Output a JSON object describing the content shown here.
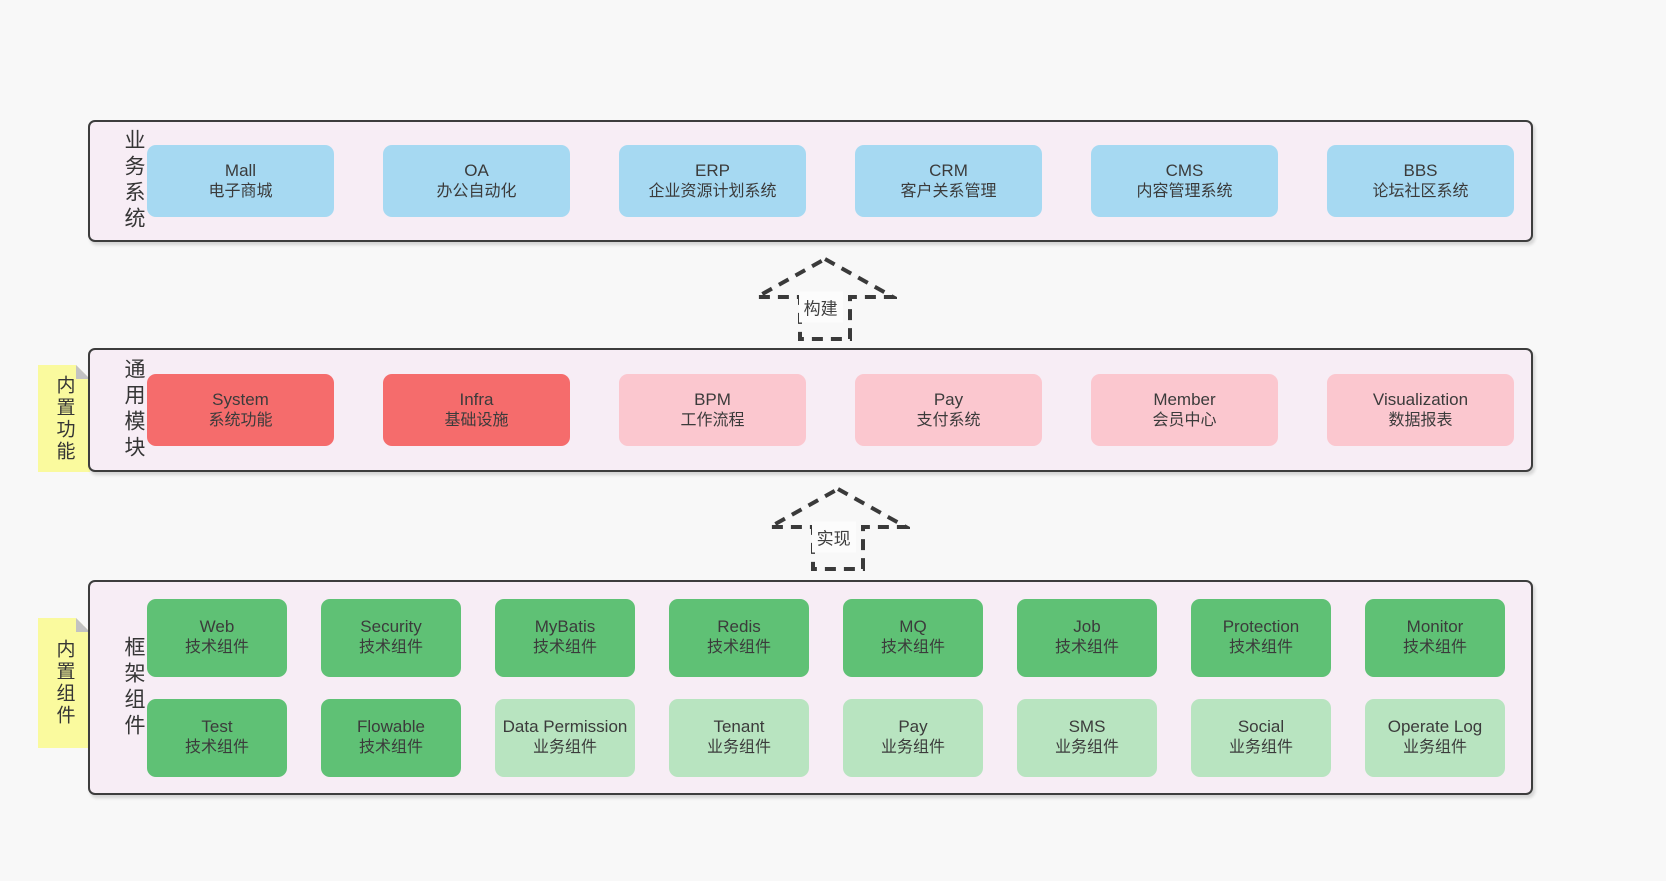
{
  "colors": {
    "page-bg": "#f8f8f8",
    "panel-bg": "#f7edf5",
    "panel-border": "#3d3d3d",
    "blue": "#a6d9f2",
    "red": "#f56c6c",
    "pink": "#fbc7cf",
    "green": "#5fc175",
    "green-light": "#b8e4c0",
    "yellow": "#fafa9e",
    "fold": "#c2c2c2",
    "text": "#3b3b3b"
  },
  "sections": {
    "business": {
      "label": "业务系统",
      "boxes": [
        {
          "en": "Mall",
          "zh": "电子商城",
          "variant": "blue"
        },
        {
          "en": "OA",
          "zh": "办公自动化",
          "variant": "blue"
        },
        {
          "en": "ERP",
          "zh": "企业资源计划系统",
          "variant": "blue"
        },
        {
          "en": "CRM",
          "zh": "客户关系管理",
          "variant": "blue"
        },
        {
          "en": "CMS",
          "zh": "内容管理系统",
          "variant": "blue"
        },
        {
          "en": "BBS",
          "zh": "论坛社区系统",
          "variant": "blue"
        }
      ]
    },
    "modules": {
      "label": "通用模块",
      "tag": "内置功能",
      "boxes": [
        {
          "en": "System",
          "zh": "系统功能",
          "variant": "red"
        },
        {
          "en": "Infra",
          "zh": "基础设施",
          "variant": "red"
        },
        {
          "en": "BPM",
          "zh": "工作流程",
          "variant": "pink"
        },
        {
          "en": "Pay",
          "zh": "支付系统",
          "variant": "pink"
        },
        {
          "en": "Member",
          "zh": "会员中心",
          "variant": "pink"
        },
        {
          "en": "Visualization",
          "zh": "数据报表",
          "variant": "pink"
        }
      ]
    },
    "components": {
      "label": "框架组件",
      "tag": "内置组件",
      "boxes": [
        {
          "en": "Web",
          "zh": "技术组件",
          "variant": "green"
        },
        {
          "en": "Security",
          "zh": "技术组件",
          "variant": "green"
        },
        {
          "en": "MyBatis",
          "zh": "技术组件",
          "variant": "green"
        },
        {
          "en": "Redis",
          "zh": "技术组件",
          "variant": "green"
        },
        {
          "en": "MQ",
          "zh": "技术组件",
          "variant": "green"
        },
        {
          "en": "Job",
          "zh": "技术组件",
          "variant": "green"
        },
        {
          "en": "Protection",
          "zh": "技术组件",
          "variant": "green"
        },
        {
          "en": "Monitor",
          "zh": "技术组件",
          "variant": "green"
        },
        {
          "en": "Test",
          "zh": "技术组件",
          "variant": "green"
        },
        {
          "en": "Flowable",
          "zh": "技术组件",
          "variant": "green"
        },
        {
          "en": "Data Permission",
          "zh": "业务组件",
          "variant": "green-light"
        },
        {
          "en": "Tenant",
          "zh": "业务组件",
          "variant": "green-light"
        },
        {
          "en": "Pay",
          "zh": "业务组件",
          "variant": "green-light"
        },
        {
          "en": "SMS",
          "zh": "业务组件",
          "variant": "green-light"
        },
        {
          "en": "Social",
          "zh": "业务组件",
          "variant": "green-light"
        },
        {
          "en": "Operate Log",
          "zh": "业务组件",
          "variant": "green-light"
        }
      ]
    }
  },
  "arrows": [
    {
      "label": "构建"
    },
    {
      "label": "实现"
    }
  ]
}
